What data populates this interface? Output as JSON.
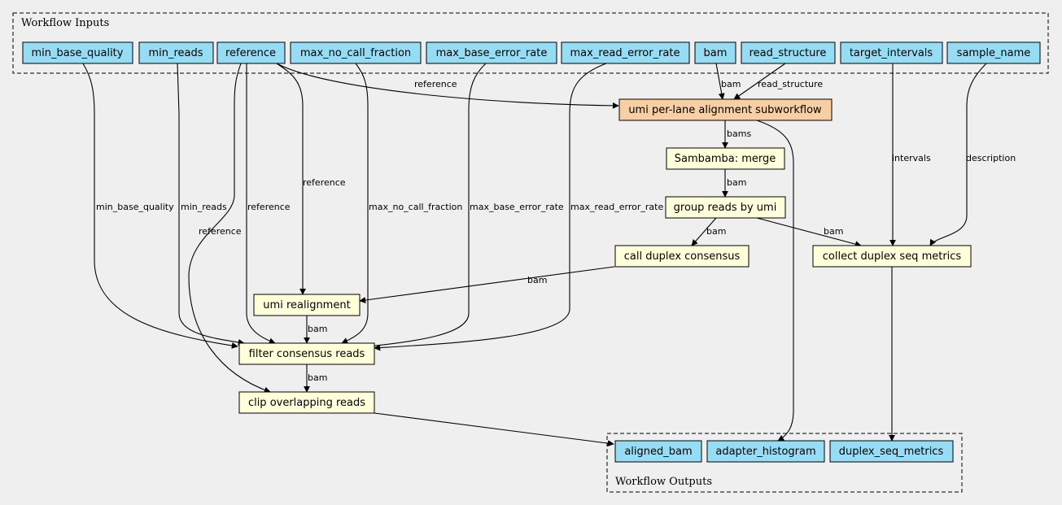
{
  "inputs_cluster": {
    "title": "Workflow Inputs"
  },
  "outputs_cluster": {
    "title": "Workflow Outputs"
  },
  "inputs": {
    "min_base_quality": "min_base_quality",
    "min_reads": "min_reads",
    "reference": "reference",
    "max_no_call_fraction": "max_no_call_fraction",
    "max_base_error_rate": "max_base_error_rate",
    "max_read_error_rate": "max_read_error_rate",
    "bam": "bam",
    "read_structure": "read_structure",
    "target_intervals": "target_intervals",
    "sample_name": "sample_name"
  },
  "steps": {
    "umi_subworkflow": "umi per-lane alignment subworkflow",
    "sambamba_merge": "Sambamba: merge",
    "group_reads": "group reads by umi",
    "call_duplex": "call duplex consensus",
    "collect_metrics": "collect duplex seq metrics",
    "umi_realignment": "umi realignment",
    "filter_consensus": "filter consensus reads",
    "clip_overlapping": "clip overlapping reads"
  },
  "outputs": {
    "aligned_bam": "aligned_bam",
    "adapter_histogram": "adapter_histogram",
    "duplex_seq_metrics": "duplex_seq_metrics"
  },
  "edge_labels": {
    "reference_to_sub": "reference",
    "bam_to_sub": "bam",
    "read_structure_to_sub": "read_structure",
    "sub_to_merge": "bams",
    "merge_to_group": "bam",
    "group_to_call": "bam",
    "group_to_collect": "bam",
    "intervals": "intervals",
    "description": "description",
    "call_to_realign": "bam",
    "reference_to_realign": "reference",
    "min_base_quality": "min_base_quality",
    "min_reads": "min_reads",
    "reference_to_filter": "reference",
    "reference_to_clip": "reference",
    "max_no_call_fraction": "max_no_call_fraction",
    "max_base_error_rate": "max_base_error_rate",
    "max_read_error_rate": "max_read_error_rate",
    "realign_to_filter": "bam",
    "filter_to_clip": "bam"
  }
}
